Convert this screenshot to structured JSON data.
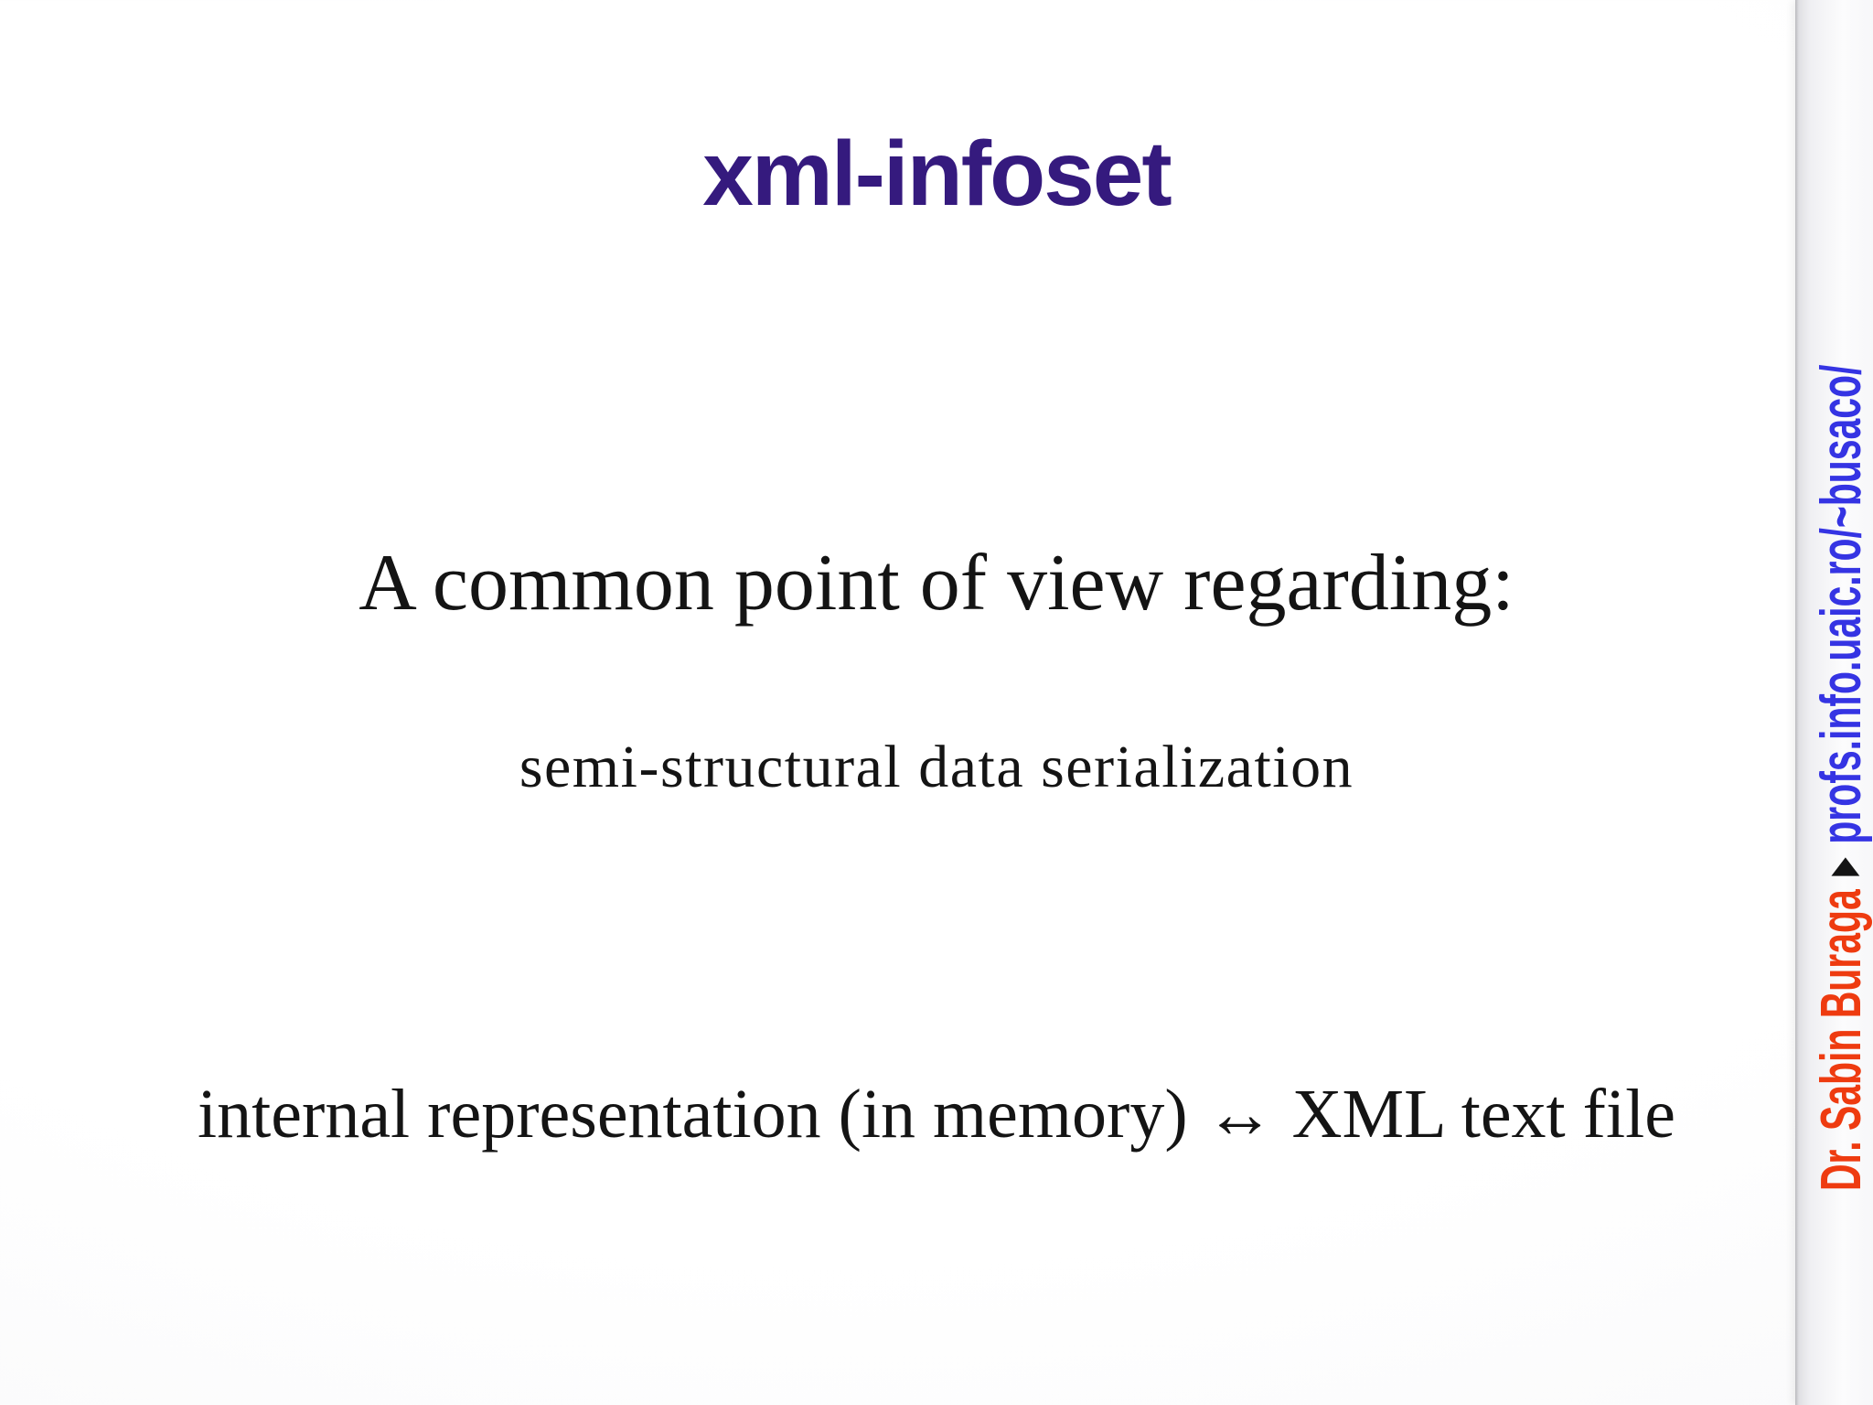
{
  "slide": {
    "title": "xml-infoset",
    "body_lines": [
      "A common point of view regarding:",
      "semi-structural data serialization",
      "internal representation (in memory) ↔ XML text file"
    ]
  },
  "sidebar": {
    "author": "Dr. Sabin Buraga",
    "separator_icon": "▸",
    "url": "profs.info.uaic.ro/~busaco/"
  },
  "colors": {
    "title": "#351a7e",
    "body_text": "#141414",
    "author": "#ee3b10",
    "separator": "#141414",
    "url": "#3534e3"
  }
}
